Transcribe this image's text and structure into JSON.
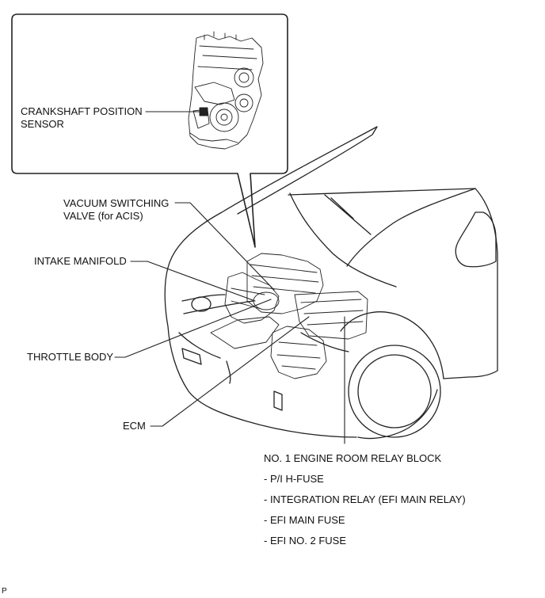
{
  "labels": {
    "crankshaft_position_sensor_line1": "CRANKSHAFT POSITION",
    "crankshaft_position_sensor_line2": "SENSOR",
    "vacuum_switching_valve_line1": "VACUUM SWITCHING",
    "vacuum_switching_valve_line2": "VALVE (for ACIS)",
    "intake_manifold": "INTAKE MANIFOLD",
    "throttle_body": "THROTTLE BODY",
    "ecm": "ECM"
  },
  "relay_block": {
    "title": "NO. 1 ENGINE ROOM RELAY BLOCK",
    "items": [
      "- P/I H-FUSE",
      "- INTEGRATION RELAY (EFI MAIN RELAY)",
      "- EFI MAIN FUSE",
      "- EFI NO. 2 FUSE"
    ]
  },
  "footer_mark": "P"
}
